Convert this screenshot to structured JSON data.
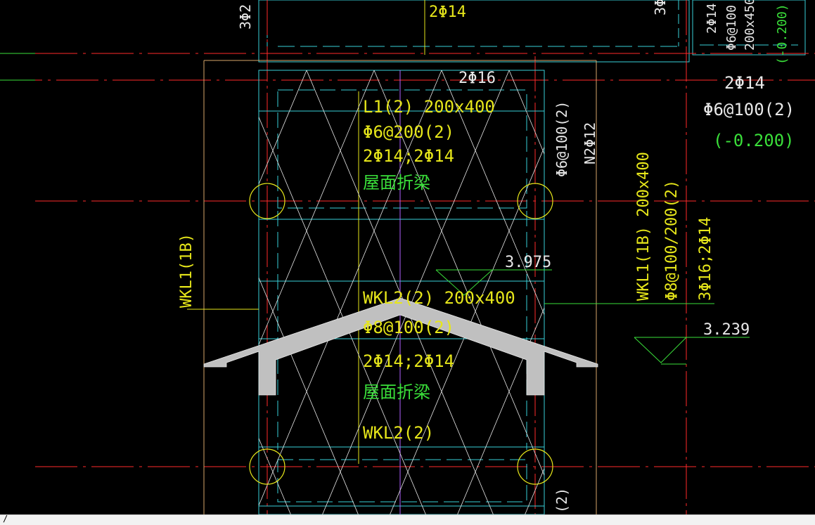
{
  "colors": {
    "background": "#000000",
    "axis_red": "#ff2a2a",
    "beam_cyan": "#39d0d8",
    "text_yellow": "#e6e61a",
    "text_white": "#ffffff",
    "text_green": "#3adf3a",
    "roof_gray": "#c0c0c0",
    "orange_frame": "#d6a66a",
    "magenta_axis": "#b060ff"
  },
  "labels": {
    "top_left_vertical": "3Φ2",
    "top_mid": "2Φ14",
    "top_right_vertical_1": "3Φ",
    "top_right_vertical_2": "2Φ14",
    "top_right_vertical_3": "Φ6@100",
    "top_right_vertical_4": "200x450",
    "top_right_green_vertical": "(-0.200)",
    "beam_top_bar": "2Φ16",
    "l1_name": "L1(2) 200x400",
    "l1_stirrup": "Φ6@200(2)",
    "l1_bars": "2Φ14;2Φ14",
    "l1_type": "屋面折梁",
    "right_vertical_stirrup": "Φ6@100(2)",
    "right_vertical_n": "N2Φ12",
    "right_top_bars": "2Φ14",
    "right_top_stirrup": "Φ6@100(2)",
    "right_top_level": "(-0.200)",
    "wkl1_left": "WKL1(1B)",
    "wkl1_right_name": "WKL1(1B) 200x400",
    "wkl1_right_stirrup": "Φ8@100/200(2)",
    "wkl1_right_bars": "3Φ16;2Φ14",
    "level_top": "3.975",
    "level_right": "3.239",
    "wkl2_name": "WKL2(2) 200x400",
    "wkl2_stirrup": "Φ8@100(2)",
    "wkl2_bars": "2Φ14;2Φ14",
    "wkl2_type": "屋面折梁",
    "wkl2_bottom": "WKL2(2)",
    "bottom_right_vertical": "(2)"
  },
  "cmdline": {
    "prompt": "/"
  }
}
